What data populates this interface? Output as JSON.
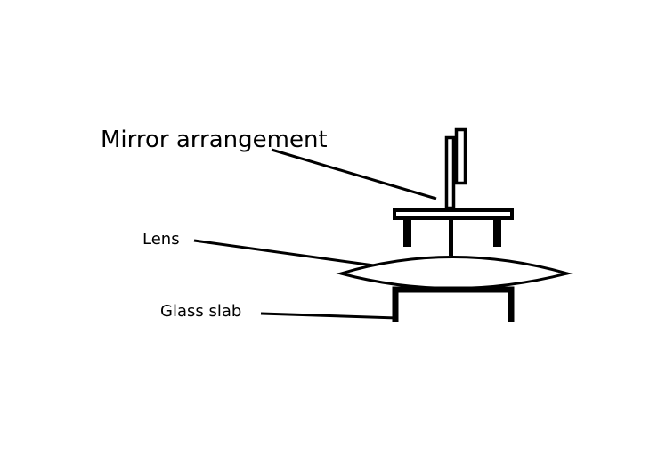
{
  "labels": {
    "mirror": "Mirror arrangement",
    "lens": "Lens",
    "glass_slab": "Glass slab"
  },
  "colors": {
    "stroke": "#000000",
    "background": "#ffffff"
  }
}
